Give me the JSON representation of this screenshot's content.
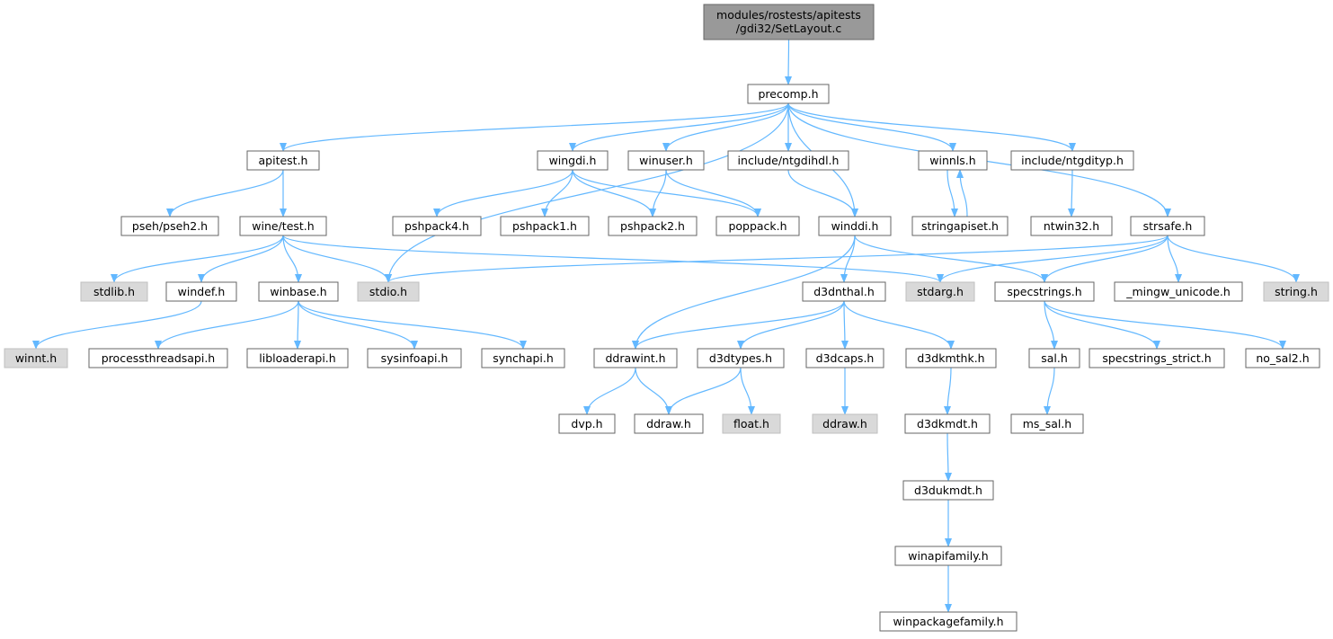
{
  "colors": {
    "edge": "#63b8ff",
    "node_border": "#666666",
    "node_fill": "#ffffff",
    "external_fill": "#d9d9d9",
    "root_fill": "#999999"
  },
  "nodes": {
    "root": {
      "label_1": "modules/rostests/apitests",
      "label_2": "/gdi32/SetLayout.c",
      "kind": "root"
    },
    "precomp": {
      "label": "precomp.h",
      "kind": "normal"
    },
    "apitest": {
      "label": "apitest.h",
      "kind": "normal"
    },
    "wingdi": {
      "label": "wingdi.h",
      "kind": "normal"
    },
    "winuser": {
      "label": "winuser.h",
      "kind": "normal"
    },
    "ntgdihdl": {
      "label": "include/ntgdihdl.h",
      "kind": "normal"
    },
    "winnls": {
      "label": "winnls.h",
      "kind": "normal"
    },
    "ntgdityp": {
      "label": "include/ntgdityp.h",
      "kind": "normal"
    },
    "pseh2": {
      "label": "pseh/pseh2.h",
      "kind": "normal"
    },
    "winetest": {
      "label": "wine/test.h",
      "kind": "normal"
    },
    "pshpack4": {
      "label": "pshpack4.h",
      "kind": "normal"
    },
    "pshpack1": {
      "label": "pshpack1.h",
      "kind": "normal"
    },
    "pshpack2": {
      "label": "pshpack2.h",
      "kind": "normal"
    },
    "poppack": {
      "label": "poppack.h",
      "kind": "normal"
    },
    "winddi": {
      "label": "winddi.h",
      "kind": "normal"
    },
    "stringapiset": {
      "label": "stringapiset.h",
      "kind": "normal"
    },
    "ntwin32": {
      "label": "ntwin32.h",
      "kind": "normal"
    },
    "strsafe": {
      "label": "strsafe.h",
      "kind": "normal"
    },
    "stdlib": {
      "label": "stdlib.h",
      "kind": "external"
    },
    "windef": {
      "label": "windef.h",
      "kind": "normal"
    },
    "winbase": {
      "label": "winbase.h",
      "kind": "normal"
    },
    "stdio": {
      "label": "stdio.h",
      "kind": "external"
    },
    "d3dnthal": {
      "label": "d3dnthal.h",
      "kind": "normal"
    },
    "stdarg": {
      "label": "stdarg.h",
      "kind": "external"
    },
    "specstrings": {
      "label": "specstrings.h",
      "kind": "normal"
    },
    "mingwunicode": {
      "label": "_mingw_unicode.h",
      "kind": "normal"
    },
    "string": {
      "label": "string.h",
      "kind": "external"
    },
    "winnt": {
      "label": "winnt.h",
      "kind": "external"
    },
    "processthreadsapi": {
      "label": "processthreadsapi.h",
      "kind": "normal"
    },
    "libloaderapi": {
      "label": "libloaderapi.h",
      "kind": "normal"
    },
    "sysinfoapi": {
      "label": "sysinfoapi.h",
      "kind": "normal"
    },
    "synchapi": {
      "label": "synchapi.h",
      "kind": "normal"
    },
    "ddrawint": {
      "label": "ddrawint.h",
      "kind": "normal"
    },
    "d3dtypes": {
      "label": "d3dtypes.h",
      "kind": "normal"
    },
    "d3dcaps": {
      "label": "d3dcaps.h",
      "kind": "normal"
    },
    "d3dkmthk": {
      "label": "d3dkmthk.h",
      "kind": "normal"
    },
    "sal": {
      "label": "sal.h",
      "kind": "normal"
    },
    "specstrings_strict": {
      "label": "specstrings_strict.h",
      "kind": "normal"
    },
    "nosal2": {
      "label": "no_sal2.h",
      "kind": "normal"
    },
    "dvp": {
      "label": "dvp.h",
      "kind": "normal"
    },
    "ddraw1": {
      "label": "ddraw.h",
      "kind": "normal"
    },
    "float": {
      "label": "float.h",
      "kind": "external"
    },
    "ddraw2": {
      "label": "ddraw.h",
      "kind": "external"
    },
    "d3dkmdt": {
      "label": "d3dkmdt.h",
      "kind": "normal"
    },
    "mssal": {
      "label": "ms_sal.h",
      "kind": "normal"
    },
    "d3dukmdt": {
      "label": "d3dukmdt.h",
      "kind": "normal"
    },
    "winapifamily": {
      "label": "winapifamily.h",
      "kind": "normal"
    },
    "winpackagefamily": {
      "label": "winpackagefamily.h",
      "kind": "normal"
    }
  },
  "edges": [
    [
      "root",
      "precomp"
    ],
    [
      "precomp",
      "apitest"
    ],
    [
      "precomp",
      "stdio"
    ],
    [
      "precomp",
      "wingdi"
    ],
    [
      "precomp",
      "winuser"
    ],
    [
      "precomp",
      "ntgdihdl"
    ],
    [
      "precomp",
      "winddi"
    ],
    [
      "precomp",
      "winnls"
    ],
    [
      "precomp",
      "ntgdityp"
    ],
    [
      "precomp",
      "strsafe"
    ],
    [
      "apitest",
      "pseh2"
    ],
    [
      "apitest",
      "winetest"
    ],
    [
      "winetest",
      "stdlib"
    ],
    [
      "winetest",
      "windef"
    ],
    [
      "winetest",
      "winbase"
    ],
    [
      "winetest",
      "stdio"
    ],
    [
      "winetest",
      "stdarg"
    ],
    [
      "windef",
      "winnt"
    ],
    [
      "winbase",
      "processthreadsapi"
    ],
    [
      "winbase",
      "libloaderapi"
    ],
    [
      "winbase",
      "sysinfoapi"
    ],
    [
      "winbase",
      "synchapi"
    ],
    [
      "wingdi",
      "pshpack4"
    ],
    [
      "wingdi",
      "pshpack1"
    ],
    [
      "wingdi",
      "pshpack2"
    ],
    [
      "wingdi",
      "poppack"
    ],
    [
      "winuser",
      "pshpack2"
    ],
    [
      "winuser",
      "poppack"
    ],
    [
      "ntgdihdl",
      "winddi"
    ],
    [
      "winnls",
      "stringapiset"
    ],
    [
      "stringapiset",
      "winnls"
    ],
    [
      "ntgdityp",
      "ntwin32"
    ],
    [
      "winddi",
      "ddrawint"
    ],
    [
      "winddi",
      "d3dnthal"
    ],
    [
      "winddi",
      "specstrings"
    ],
    [
      "d3dnthal",
      "ddrawint"
    ],
    [
      "d3dnthal",
      "d3dtypes"
    ],
    [
      "d3dnthal",
      "d3dcaps"
    ],
    [
      "d3dnthal",
      "d3dkmthk"
    ],
    [
      "ddrawint",
      "dvp"
    ],
    [
      "ddrawint",
      "ddraw1"
    ],
    [
      "d3dtypes",
      "ddraw1"
    ],
    [
      "d3dtypes",
      "float"
    ],
    [
      "d3dcaps",
      "ddraw2"
    ],
    [
      "d3dkmthk",
      "d3dkmdt"
    ],
    [
      "d3dkmdt",
      "d3dukmdt"
    ],
    [
      "d3dukmdt",
      "winapifamily"
    ],
    [
      "winapifamily",
      "winpackagefamily"
    ],
    [
      "strsafe",
      "stdio"
    ],
    [
      "strsafe",
      "stdarg"
    ],
    [
      "strsafe",
      "specstrings"
    ],
    [
      "strsafe",
      "mingwunicode"
    ],
    [
      "strsafe",
      "string"
    ],
    [
      "specstrings",
      "sal"
    ],
    [
      "specstrings",
      "specstrings_strict"
    ],
    [
      "specstrings",
      "nosal2"
    ],
    [
      "sal",
      "mssal"
    ]
  ]
}
